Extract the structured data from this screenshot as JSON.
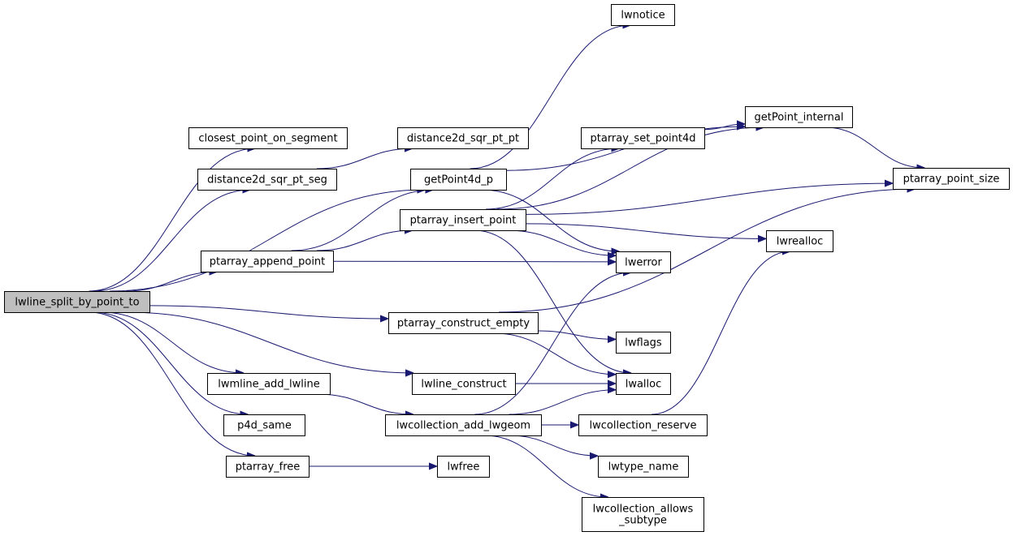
{
  "graph": {
    "edge_color": "#191970",
    "root_fill": "#bfbfbf",
    "nodes": [
      {
        "id": "root",
        "label": "lwline_split_by_point_to",
        "root": true
      },
      {
        "id": "closest",
        "label": "closest_point_on_segment"
      },
      {
        "id": "d2seg",
        "label": "distance2d_sqr_pt_seg"
      },
      {
        "id": "d2pt",
        "label": "distance2d_sqr_pt_pt"
      },
      {
        "id": "getp4d",
        "label": "getPoint4d_p"
      },
      {
        "id": "append",
        "label": "ptarray_append_point"
      },
      {
        "id": "insert",
        "label": "ptarray_insert_point"
      },
      {
        "id": "setp4d",
        "label": "ptarray_set_point4d"
      },
      {
        "id": "lwnotice",
        "label": "lwnotice"
      },
      {
        "id": "getpi",
        "label": "getPoint_internal"
      },
      {
        "id": "ptsize",
        "label": "ptarray_point_size"
      },
      {
        "id": "lwrealloc",
        "label": "lwrealloc"
      },
      {
        "id": "lwerror",
        "label": "lwerror"
      },
      {
        "id": "cempty",
        "label": "ptarray_construct_empty"
      },
      {
        "id": "lwflags",
        "label": "lwflags"
      },
      {
        "id": "lwalloc",
        "label": "lwalloc"
      },
      {
        "id": "mlineadd",
        "label": "lwmline_add_lwline"
      },
      {
        "id": "lconstruct",
        "label": "lwline_construct"
      },
      {
        "id": "p4dsame",
        "label": "p4d_same"
      },
      {
        "id": "colladd",
        "label": "lwcollection_add_lwgeom"
      },
      {
        "id": "collres",
        "label": "lwcollection_reserve"
      },
      {
        "id": "ptfree",
        "label": "ptarray_free"
      },
      {
        "id": "lwfree",
        "label": "lwfree"
      },
      {
        "id": "typename",
        "label": "lwtype_name"
      },
      {
        "id": "allows",
        "label": "lwcollection_allows\n_subtype"
      }
    ],
    "edges": [
      [
        "root",
        "closest"
      ],
      [
        "root",
        "d2seg"
      ],
      [
        "root",
        "getp4d"
      ],
      [
        "root",
        "append"
      ],
      [
        "root",
        "cempty"
      ],
      [
        "root",
        "mlineadd"
      ],
      [
        "root",
        "lconstruct"
      ],
      [
        "root",
        "p4dsame"
      ],
      [
        "root",
        "ptfree"
      ],
      [
        "d2seg",
        "d2pt"
      ],
      [
        "getp4d",
        "lwnotice"
      ],
      [
        "getp4d",
        "getpi"
      ],
      [
        "getp4d",
        "lwerror"
      ],
      [
        "append",
        "getp4d"
      ],
      [
        "append",
        "insert"
      ],
      [
        "append",
        "lwerror"
      ],
      [
        "insert",
        "setp4d"
      ],
      [
        "insert",
        "getpi"
      ],
      [
        "insert",
        "ptsize"
      ],
      [
        "insert",
        "lwrealloc"
      ],
      [
        "insert",
        "lwerror"
      ],
      [
        "insert",
        "lwalloc"
      ],
      [
        "setp4d",
        "getpi"
      ],
      [
        "getpi",
        "ptsize"
      ],
      [
        "cempty",
        "ptsize"
      ],
      [
        "cempty",
        "lwflags"
      ],
      [
        "cempty",
        "lwalloc"
      ],
      [
        "mlineadd",
        "colladd"
      ],
      [
        "lconstruct",
        "lwalloc"
      ],
      [
        "colladd",
        "lwerror"
      ],
      [
        "colladd",
        "lwalloc"
      ],
      [
        "colladd",
        "collres"
      ],
      [
        "colladd",
        "typename"
      ],
      [
        "colladd",
        "allows"
      ],
      [
        "collres",
        "lwrealloc"
      ],
      [
        "ptfree",
        "lwfree"
      ]
    ]
  }
}
